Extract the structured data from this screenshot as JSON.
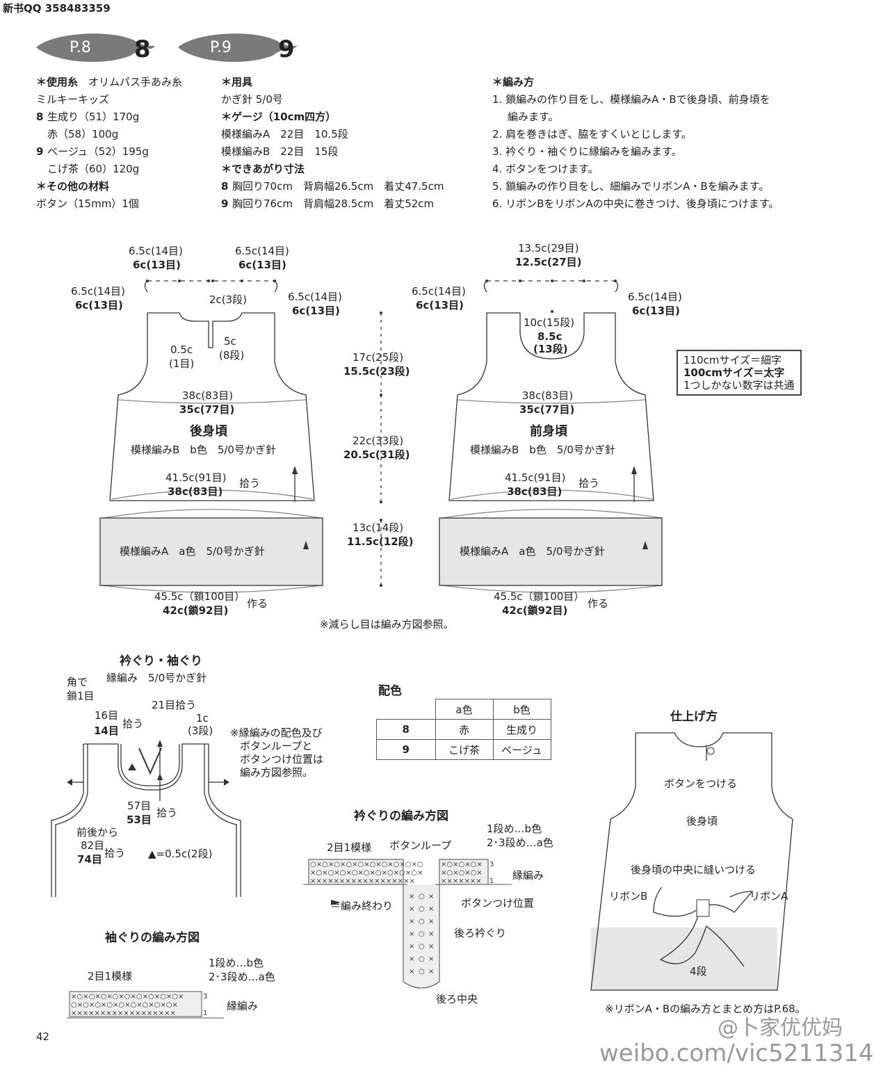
{
  "top_credit": "新书QQ 358483359",
  "page_tags": [
    {
      "page": "P.8",
      "num": "8"
    },
    {
      "page": "P.9",
      "num": "9"
    }
  ],
  "yarn": {
    "heading": "＊使用糸",
    "brand": "オリムパス手あみ糸",
    "name": "ミルキーキッズ",
    "lines": [
      {
        "num": "8",
        "text": "生成り（51）170g"
      },
      {
        "num": "",
        "text": "赤（58）100g"
      },
      {
        "num": "9",
        "text": "ベージュ（52）195g"
      },
      {
        "num": "",
        "text": "こげ茶（60）120g"
      }
    ],
    "other_heading": "＊その他の材料",
    "other": "ボタン（15mm）1個"
  },
  "tools": {
    "heading": "＊用具",
    "hook": "かぎ針 5/0号",
    "gauge_heading": "＊ゲージ（10cm四方）",
    "gauge": [
      "模様編みA　22目　10.5段",
      "模様編みB　22目　15段"
    ],
    "size_heading": "＊できあがり寸法",
    "sizes": [
      {
        "num": "8",
        "text": "胸回り70cm　背肩幅26.5cm　着丈47.5cm"
      },
      {
        "num": "9",
        "text": "胸回り76cm　背肩幅28.5cm　着丈52cm"
      }
    ]
  },
  "method": {
    "heading": "＊編み方",
    "steps": [
      "1. 鎖編みの作り目をし、模様編みA・Bで後身頃、前身頃を",
      "編みます。",
      "2. 肩を巻きはぎ、脇をすくいとじします。",
      "3. 衿ぐり・袖ぐりに縁編みを編みます。",
      "4. ボタンをつけます。",
      "5. 鎖編みの作り目をし、細編みでリボンA・Bを編みます。",
      "6. リボンBをリボンAの中央に巻きつけ、後身頃につけます。"
    ]
  },
  "back": {
    "shoulder_l_thin": "6.5c(14目)",
    "shoulder_l_bold": "6c(13目)",
    "shoulder_r_thin": "6.5c(14目)",
    "shoulder_r_bold": "6c(13目)",
    "side_l_thin": "6.5c(14目)",
    "side_l_bold": "6c(13目)",
    "side_r_thin": "6.5c(14目)",
    "side_r_bold": "6c(13目)",
    "slit_top": "2c(3段)",
    "slit_w_thin": "0.5c",
    "slit_w_paren": "(1目)",
    "slit_h_thin": "5c",
    "slit_h_paren": "(8段)",
    "chest_thin": "38c(83目)",
    "chest_bold": "35c(77目)",
    "title": "後身頃",
    "pattern": "模様編みB　b色　5/0号かぎ針",
    "hem_thin": "41.5c(91目)",
    "hem_bold": "38c(83目)",
    "pick": "拾う",
    "band": "模様編みA　a色　5/0号かぎ針",
    "chain_thin": "45.5c（鎖100目）",
    "chain_bold": "42c(鎖92目)",
    "make": "作る"
  },
  "front": {
    "neck_thin": "13.5c(29目)",
    "neck_bold": "12.5c(27目)",
    "side_l_thin": "6.5c(14目)",
    "side_l_bold": "6c(13目)",
    "side_r_thin": "6.5c(14目)",
    "side_r_bold": "6c(13目)",
    "depth_thin": "10c(15段)",
    "depth_bold1": "8.5c",
    "depth_bold2": "(13段)",
    "chest_thin": "38c(83目)",
    "chest_bold": "35c(77目)",
    "title": "前身頃",
    "pattern": "模様編みB　b色　5/0号かぎ針",
    "hem_thin": "41.5c(91目)",
    "hem_bold": "38c(83目)",
    "pick": "拾う",
    "band": "模様編みA　a色　5/0号かぎ針",
    "chain_thin": "45.5c（鎖100目）",
    "chain_bold": "42c(鎖92目)",
    "make": "作る"
  },
  "vertical": [
    {
      "thin": "17c(25段)",
      "bold": "15.5c(23段)"
    },
    {
      "thin": "22c(33段)",
      "bold": "20.5c(31段)"
    },
    {
      "thin": "13c(14段)",
      "bold": "11.5c(12段)"
    }
  ],
  "size_legend": [
    "110cmサイズ＝細字",
    "100cmサイズ＝太字",
    "1つしかない数字は共通"
  ],
  "decrease_note": "※減らし目は編み方図参照。",
  "edging": {
    "title": "衿ぐり・袖ぐり",
    "sub": "縁編み　5/0号かぎ針",
    "corner1": "角で",
    "corner2": "鎖1目",
    "pick21": "21目拾う",
    "c1": "1c",
    "c1b": "(3段)",
    "n16": "16目",
    "n14": "14目",
    "pick": "拾う",
    "n57": "57目",
    "n53": "53目",
    "pick2": "拾う",
    "arm1": "前後から",
    "arm2": "82目",
    "arm3": "74目",
    "pick3": "拾う",
    "tri": "▲=0.5c(2段)",
    "note": [
      "※縁編みの配色及び",
      "ボタンループと",
      "ボタンつけ位置は",
      "編み方図参照。"
    ]
  },
  "colors": {
    "title": "配色",
    "head": [
      "",
      "a色",
      "b色"
    ],
    "rows": [
      [
        "8",
        "赤",
        "生成り"
      ],
      [
        "9",
        "こげ茶",
        "ベージュ"
      ]
    ]
  },
  "neck_chart": {
    "title": "衿ぐりの編み方図",
    "repeat": "2目1模様",
    "loop": "ボタンループ",
    "row1": "1段め…b色",
    "row23": "2･3段め…a色",
    "edging": "縁編み",
    "end": "＝編み終わり",
    "button_pos": "ボタンつけ位置",
    "back_neck": "後ろ衿ぐり",
    "back_center": "後ろ中央",
    "rows_label": [
      "3",
      "1"
    ]
  },
  "arm_chart": {
    "title": "袖ぐりの編み方図",
    "repeat": "2目1模様",
    "row1": "1段め…b色",
    "row23": "2･3段め…a色",
    "edging": "縁編み",
    "rows_label": [
      "3",
      "1"
    ]
  },
  "finish": {
    "title": "仕上げ方",
    "button": "ボタンをつける",
    "back": "後身頃",
    "sew": "後身頃の中央に縫いつける",
    "ribbon_b": "リボンB",
    "ribbon_a": "リボンA",
    "rows": "4段",
    "note": "※リボンA・Bの編み方とまとめ方はP.68。"
  },
  "page_number": "42",
  "watermark_url": "weibo.com/vic5211314",
  "watermark_name": "@卜家优优妈"
}
